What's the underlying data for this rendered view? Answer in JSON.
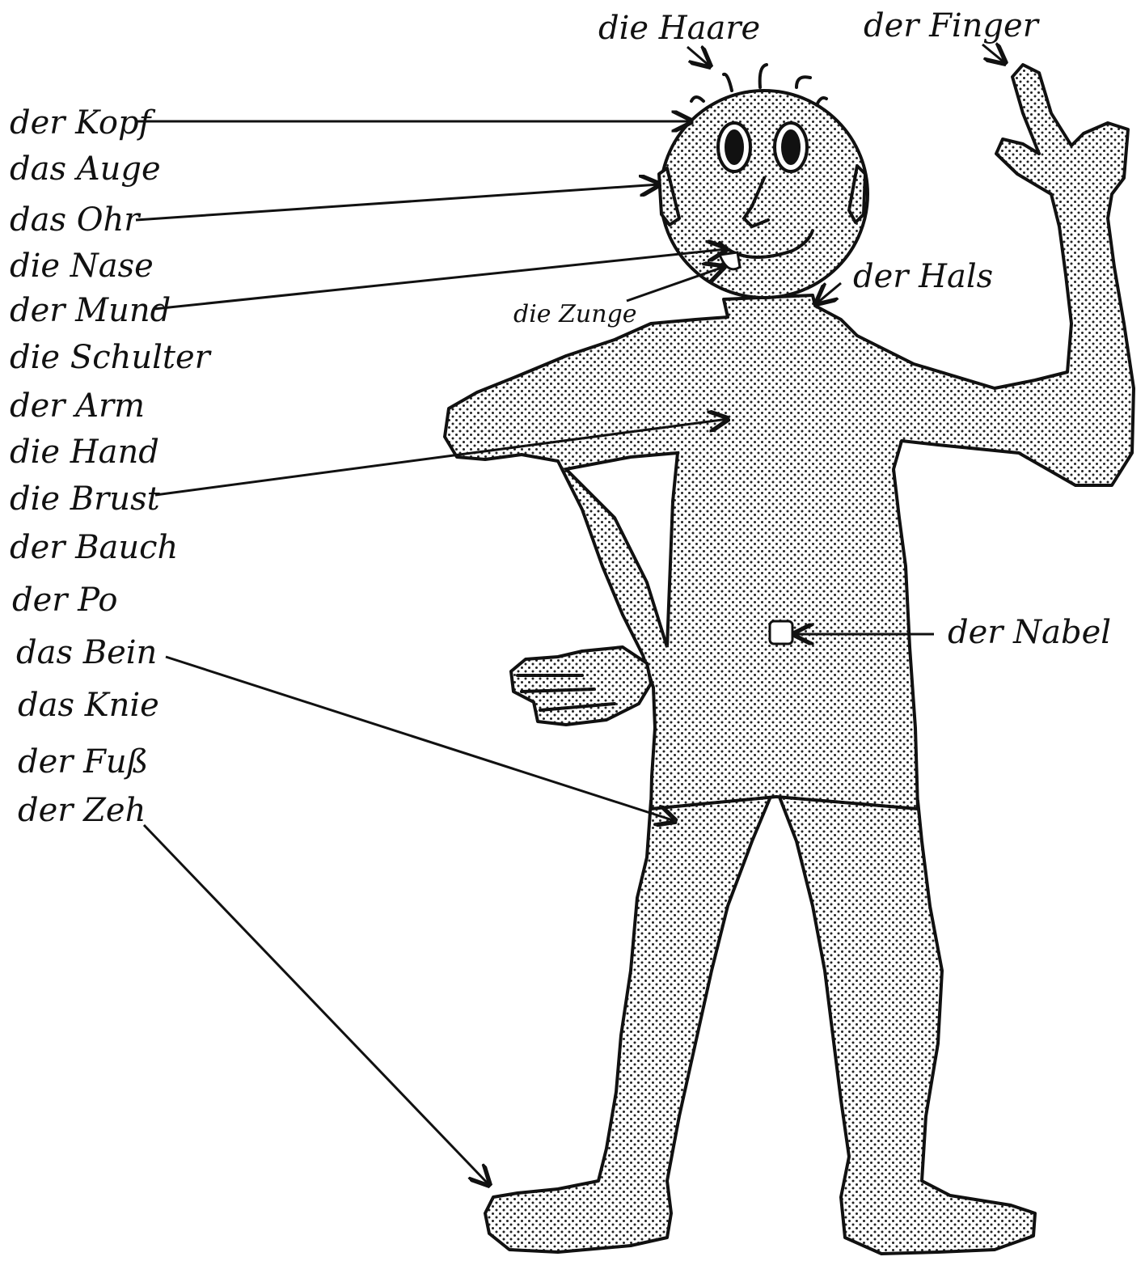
{
  "labels": {
    "kopf": "der Kopf",
    "auge": "das Auge",
    "ohr": "das Ohr",
    "nase": "die Nase",
    "mund": "der Mund",
    "schulter": "die Schulter",
    "arm": "der Arm",
    "hand": "die Hand",
    "brust": "die Brust",
    "bauch": "der Bauch",
    "po": "der Po",
    "bein": "das Bein",
    "knie": "das Knie",
    "fuss": "der Fuß",
    "zeh": "der Zeh",
    "haare": "die Haare",
    "finger": "der Finger",
    "hals": "der Hals",
    "zunge": "die Zunge",
    "nabel": "der Nabel"
  },
  "colors": {
    "ink": "#111111",
    "paper": "#ffffff",
    "stipple": "#222222"
  }
}
